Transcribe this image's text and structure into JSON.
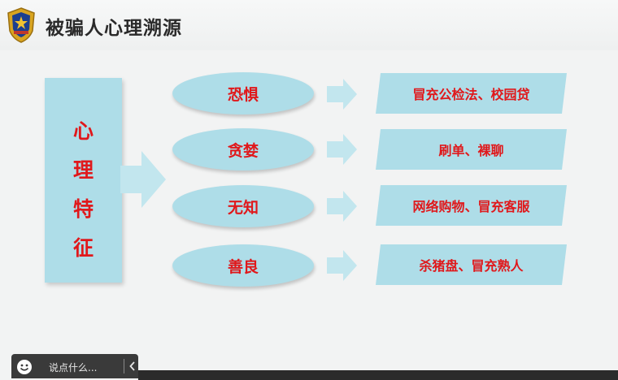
{
  "header": {
    "title": "被骗人心理溯源",
    "emblem_icon": "police-emblem-icon"
  },
  "left_box": {
    "chars": [
      "心",
      "理",
      "特",
      "征"
    ]
  },
  "rows": [
    {
      "trait": "恐惧",
      "examples": "冒充公检法、校园贷"
    },
    {
      "trait": "贪婪",
      "examples": "刷单、裸聊"
    },
    {
      "trait": "无知",
      "examples": "网络购物、冒充客服"
    },
    {
      "trait": "善良",
      "examples": "杀猪盘、冒充熟人"
    }
  ],
  "chat_bar": {
    "placeholder": "说点什么...",
    "emoji_icon": "smiley-icon",
    "collapse_icon": "chevron-left-icon"
  },
  "colors": {
    "shape_fill": "#aedde8",
    "text_red": "#e0181b",
    "arrow_fill": "#c2e6ee"
  }
}
